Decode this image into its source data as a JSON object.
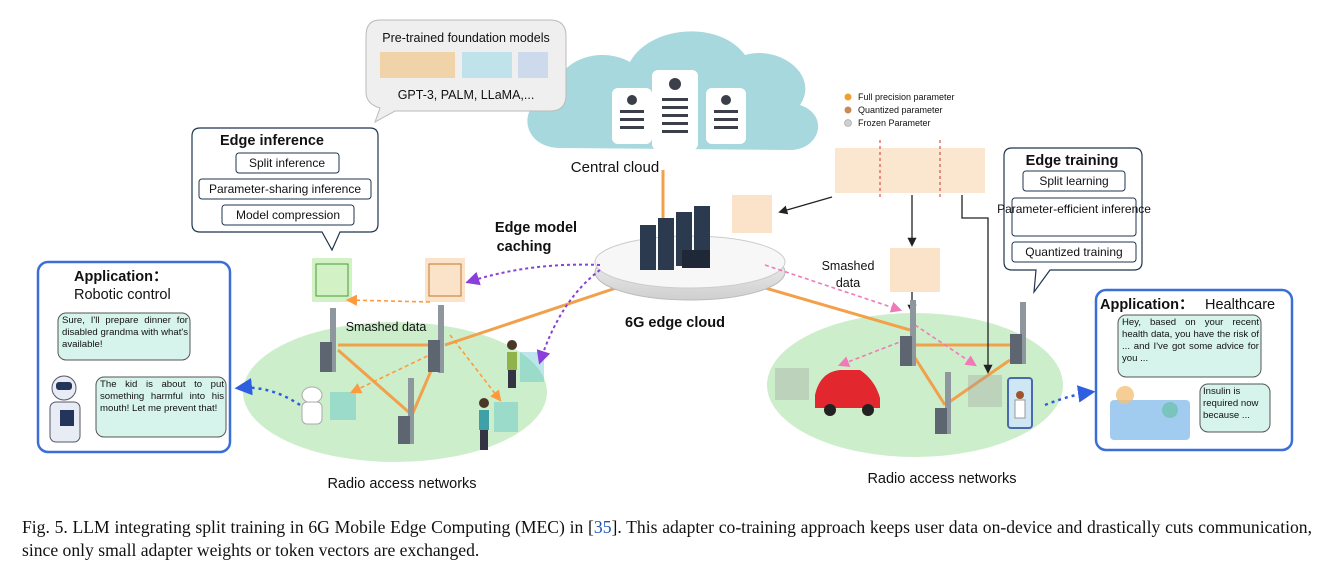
{
  "pretrained": {
    "title": "Pre-trained foundation models",
    "models": "GPT-3, PALM, LLaMA,..."
  },
  "central_cloud": "Central cloud",
  "edge_cloud": "6G edge cloud",
  "edge_caching": {
    "line1": "Edge model",
    "line2": "caching"
  },
  "legend": {
    "full": "Full precision parameter",
    "quant": "Quantized parameter",
    "frozen": "Frozen Parameter",
    "colors": {
      "full": "#f0a030",
      "quant": "#c98a5a",
      "frozen": "#cfcfcf"
    }
  },
  "edge_inference": {
    "title": "Edge inference",
    "items": [
      "Split inference",
      "Parameter-sharing inference",
      "Model compression"
    ]
  },
  "edge_training": {
    "title": "Edge training",
    "items": [
      "Split learning",
      "Parameter-efficient inference",
      "Quantized training"
    ]
  },
  "smashed_left": "Smashed data",
  "smashed_right": {
    "line1": "Smashed",
    "line2": "data"
  },
  "app_left": {
    "title": "Application：",
    "subtitle": "Robotic control",
    "bubble1": "Sure, I'll prepare dinner for disabled grandma with what's available!",
    "bubble2": "The kid is about to put something harmful into his mouth! Let me prevent that!"
  },
  "app_right": {
    "title": "Application：",
    "subtitle": "Healthcare",
    "bubble1": "Hey, based on your recent health data, you have the risk of ... and I've got some advice for you ...",
    "bubble2": "Insulin is required now because ..."
  },
  "ran_left": "Radio access networks",
  "ran_right": "Radio access networks",
  "caption": {
    "prefix": "Fig. 5.  LLM integrating split training in 6G Mobile Edge Computing (MEC) in [",
    "ref": "35",
    "suffix": "]. This adapter co-training approach keeps user data on-device and drastically cuts communication, since only small adapter weights or token vectors are exchanged."
  },
  "colors": {
    "ground": "#cdeecb",
    "cloud": "#a7d8de",
    "box_border": "#1f3550",
    "app_border": "#3b6fd8",
    "bubble": "#d7f4ec",
    "link": "#f2a04a",
    "caching": "#8a3fd8",
    "smashed_l": "#ff9a3c",
    "smashed_r": "#f07ab8"
  }
}
